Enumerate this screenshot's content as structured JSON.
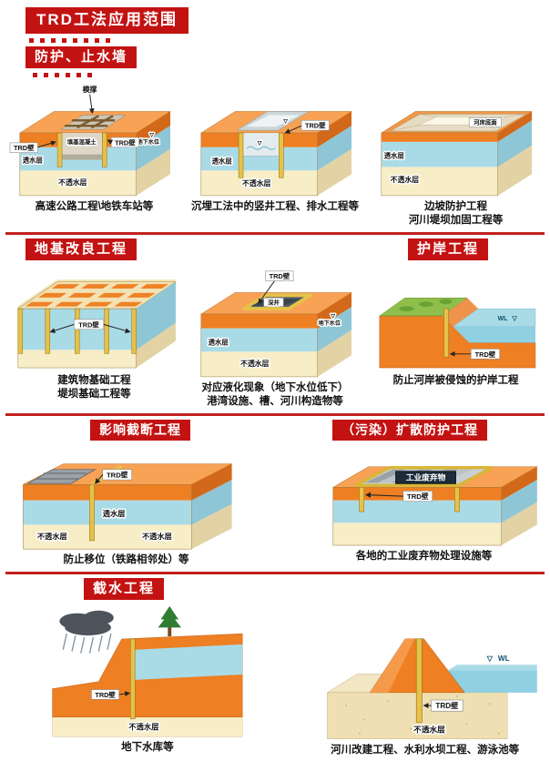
{
  "page": {
    "title": "TRD工法应用范围"
  },
  "colors": {
    "accent_red": "#c31212",
    "soil_orange": "#ee7f22",
    "permeable_cyan": "#a9dbe7",
    "impermeable_cream": "#f7edc7",
    "trd_wall_yellow": "#e6c14b"
  },
  "sections": [
    {
      "heading": "防护、止水墙",
      "diagrams": [
        {
          "caption": "高速公路工程\\地铁车站等",
          "labels": {
            "brace": "模撑",
            "groundwater": "地下水位",
            "gw_symbol": "▽",
            "trd_left": "TRD壁",
            "fill_concrete": "填基混凝土",
            "trd_right": "TRD壁",
            "permeable": "透水层",
            "impermeable": "不透水层"
          }
        },
        {
          "caption": "沉埋工法中的竖井工程、排水工程等",
          "labels": {
            "trd": "TRD壁",
            "wl_symbol": "▽",
            "permeable": "透水层",
            "impermeable": "不透水层"
          }
        },
        {
          "caption": "边坡防护工程\n河川堤坝加固工程等",
          "labels": {
            "riverbed": "河床底面",
            "permeable": "透水层",
            "impermeable": "不透水层"
          }
        }
      ]
    },
    {
      "headings": [
        "地基改良工程",
        "护岸工程"
      ],
      "diagrams": [
        {
          "caption": "建筑物基础工程\n堤坝基础工程等",
          "labels": {
            "trd": "TRD壁"
          }
        },
        {
          "caption": "对应液化现象（地下水位低下）\n港湾设施、槽、河川构造物等",
          "labels": {
            "trd": "TRD壁",
            "deep_well": "深井",
            "groundwater": "地下水位",
            "gw_symbol": "▽",
            "permeable": "透水层",
            "impermeable": "不透水层"
          }
        },
        {
          "caption": "防止河岸被侵蚀的护岸工程",
          "labels": {
            "wl": "WL",
            "wl_symbol": "▽",
            "trd": "TRD壁"
          }
        }
      ]
    },
    {
      "headings": [
        "影响截断工程",
        "（污染）扩散防护工程"
      ],
      "diagrams": [
        {
          "caption": "防止移位（铁路相邻处）等",
          "labels": {
            "trd": "TRD壁",
            "permeable": "透水层",
            "impermeable_left": "不透水层",
            "impermeable_right": "不透水层"
          }
        },
        {
          "caption": "各地的工业废弃物处理设施等",
          "labels": {
            "waste": "工业废弃物",
            "trd": "TRD壁"
          }
        }
      ]
    },
    {
      "heading": "截水工程",
      "diagrams": [
        {
          "caption": "地下水库等",
          "labels": {
            "trd": "TRD壁",
            "impermeable": "不透水层"
          }
        },
        {
          "caption": "河川改建工程、水利水坝工程、游泳池等",
          "labels": {
            "wl": "WL",
            "wl_symbol": "▽",
            "trd": "TRD壁",
            "impermeable": "不透水层"
          }
        }
      ]
    }
  ]
}
